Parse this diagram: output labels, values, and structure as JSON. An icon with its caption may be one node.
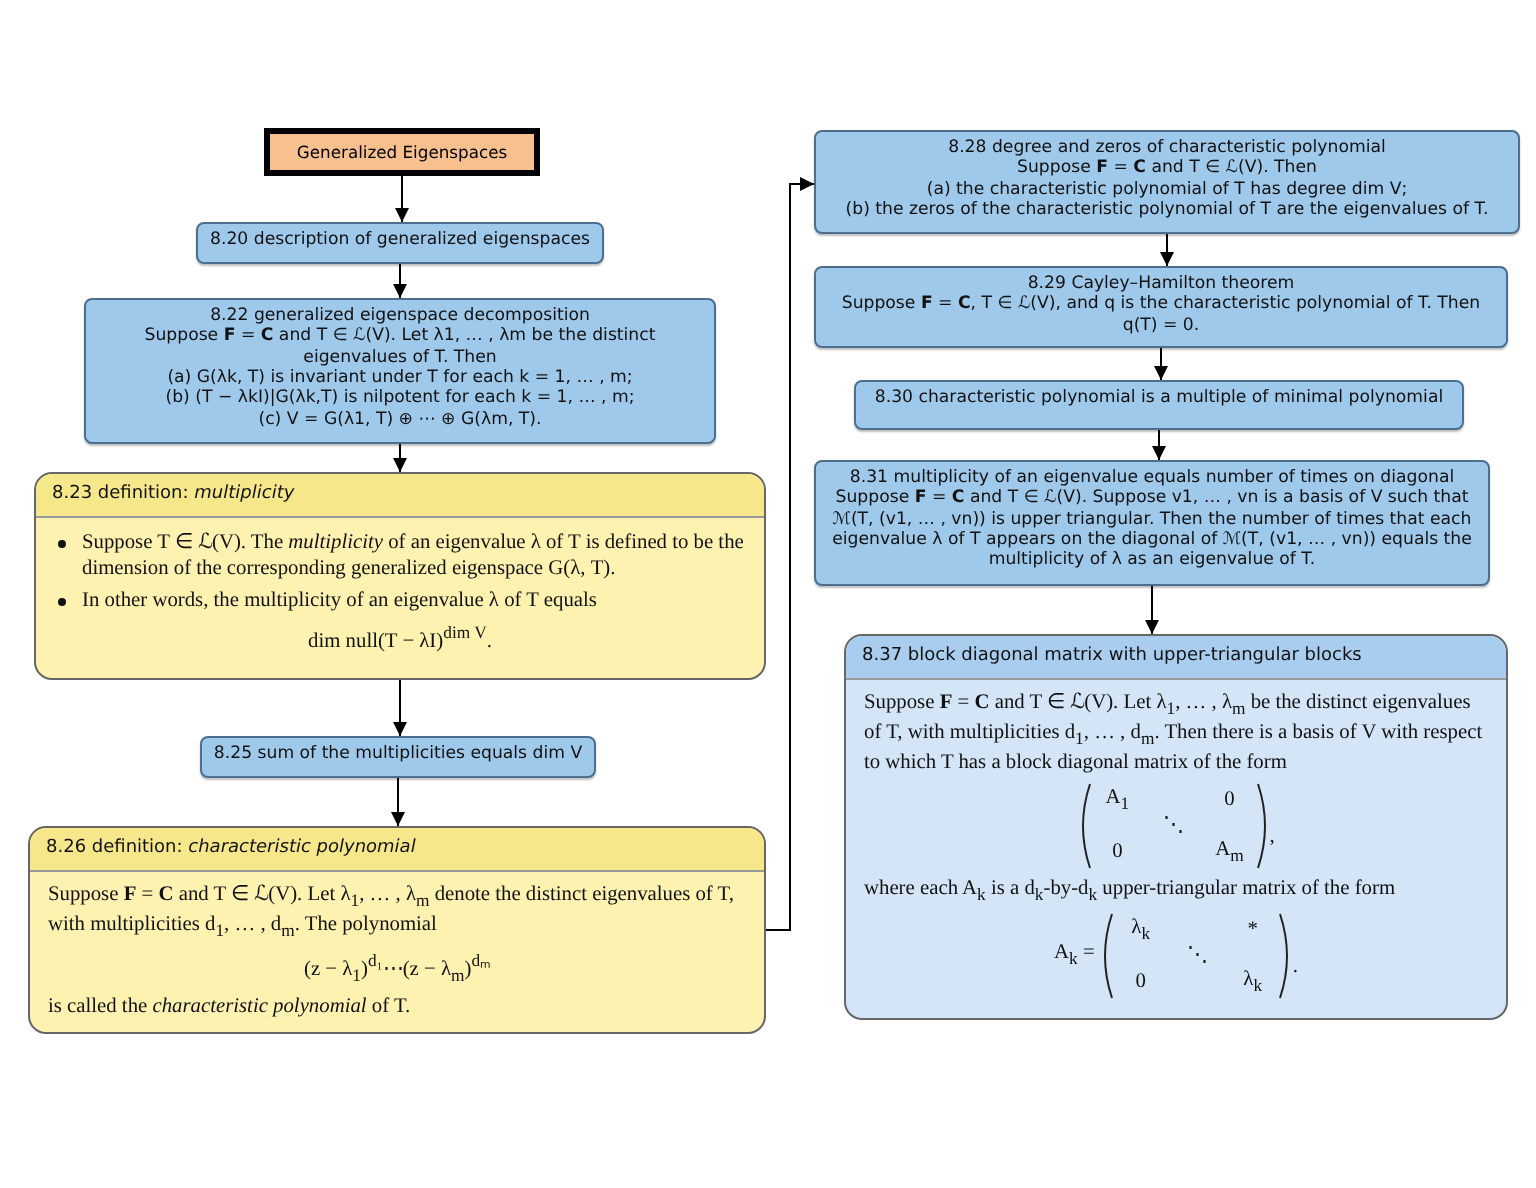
{
  "diagram": {
    "nodes": [
      {
        "text": [
          "Generalized Eigenspaces"
        ]
      },
      {
        "text": [
          "8.20 description of generalized eigenspaces"
        ]
      },
      {
        "text": [
          "8.22 generalized eigenspace decomposition",
          "Suppose **F** = **C** and T ∈ ℒ(V). Let λ1, … , λm be the distinct eigenvalues of T. Then",
          "(a) G(λk, T) is invariant under T for each k = 1, … , m;",
          "(b) (T − λkI)|G(λk,T) is nilpotent for each k = 1, … , m;",
          "(c) V = G(λ1, T) ⊕ ⋯ ⊕ G(λm, T)."
        ]
      },
      {
        "text": [
          "8.23 definition: *multiplicity*",
          "Suppose T ∈ ℒ(V). The *multiplicity* of an eigenvalue λ of T is defined to be the dimension of the corresponding generalized eigenspace G(λ, T).",
          "In other words, the multiplicity of an eigenvalue λ of T equals",
          "dim null(T − λI)$^{dim V}$."
        ]
      },
      {
        "text": [
          "8.25 sum of the multiplicities equals dim V"
        ]
      },
      {
        "text": [
          "8.26 definition: *characteristic polynomial*",
          "Suppose **F** = **C** and T ∈ ℒ(V). Let λ$_{1}$, … , λ$_{m}$ denote the distinct eigenvalues of T, with multiplicities d$_{1}$, … , d$_{m}$. The polynomial",
          "(z − λ$_{1}$)$^{d₁}$⋯(z − λ$_{m}$)$^{dₘ}$",
          "is called the *characteristic polynomial* of T."
        ]
      },
      {
        "text": [
          "8.28 degree and zeros of characteristic polynomial",
          "Suppose **F** = **C** and T ∈ ℒ(V). Then",
          "(a) the characteristic polynomial of T has degree dim V;",
          "(b) the zeros of the characteristic polynomial of T are the eigenvalues of T."
        ]
      },
      {
        "text": [
          "8.29 Cayley–Hamilton theorem",
          "Suppose **F** = **C**, T ∈ ℒ(V), and q is the characteristic polynomial of T. Then q(T) = 0."
        ]
      },
      {
        "text": [
          "8.30 characteristic polynomial is a multiple of minimal polynomial"
        ]
      },
      {
        "text": [
          "8.31 multiplicity of an eigenvalue equals number of times on diagonal",
          "Suppose **F** = **C** and T ∈ ℒ(V). Suppose v1, … , vn is a basis of V such that ℳ(T, (v1, … , vn)) is upper triangular. Then the number of times that each eigenvalue λ of T appears on the diagonal of ℳ(T, (v1, … , vn)) equals the multiplicity of λ as an eigenvalue of T."
        ]
      },
      {
        "text": [
          "8.37 block diagonal matrix with upper-triangular blocks",
          "Suppose **F** = **C** and T ∈ ℒ(V). Let λ$_{1}$, … , λ$_{m}$ be the distinct eigenvalues of T, with multiplicities d$_{1}$, … , d$_{m}$. Then there is a basis of V with respect to which T has a block diagonal matrix of the form",
          "A$_{1}$",
          "0",
          "⋱",
          "0",
          "A$_{m}$",
          ",",
          "where each A$_{k}$ is a d$_{k}$-by-d$_{k}$ upper-triangular matrix of the form",
          "A$_{k}$ =",
          "λ$_{k}$",
          "*",
          "⋱",
          "0",
          "λ$_{k}$",
          "."
        ]
      }
    ],
    "edges": [
      {
        "from": 0,
        "to": 1,
        "arrow": "to"
      },
      {
        "from": 1,
        "to": 2,
        "arrow": "to"
      },
      {
        "from": 2,
        "to": 3,
        "arrow": "to"
      },
      {
        "from": 3,
        "to": 4,
        "arrow": "to"
      },
      {
        "from": 4,
        "to": 5,
        "arrow": "to"
      },
      {
        "from": 5,
        "to": 6,
        "arrow": "to"
      },
      {
        "from": 6,
        "to": 7,
        "arrow": "to"
      },
      {
        "from": 7,
        "to": 8,
        "arrow": "to"
      },
      {
        "from": 8,
        "to": 9,
        "arrow": "to"
      },
      {
        "from": 9,
        "to": 10,
        "arrow": "to"
      }
    ]
  }
}
